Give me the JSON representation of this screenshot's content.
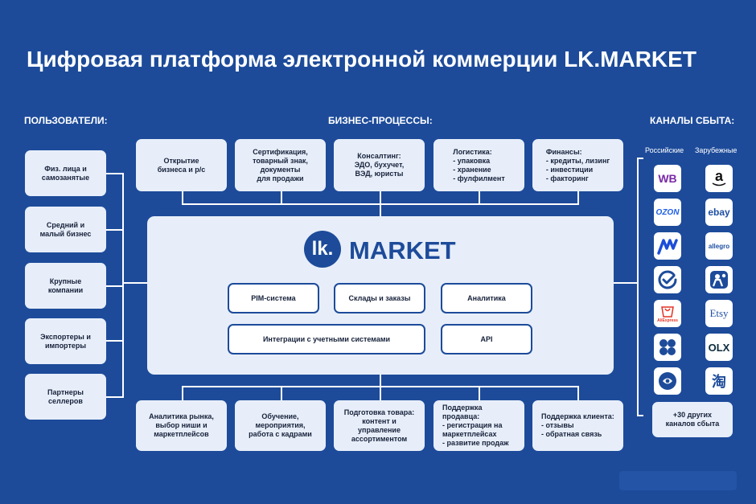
{
  "title": "Цифровая платформа электронной коммерции LK.MARKET",
  "sections": {
    "users": "ПОЛЬЗОВАТЕЛИ:",
    "business": "БИЗНЕС-ПРОЦЕССЫ:",
    "channels": "КАНАЛЫ СБЫТА:",
    "russian": "Российские",
    "foreign": "Зарубежные"
  },
  "users": [
    "Физ. лица и\nсамозанятые",
    "Средний и\nмалый бизнес",
    "Крупные\nкомпании",
    "Экспортеры и\nимпортеры",
    "Партнеры\nселлеров"
  ],
  "top_processes": [
    "Открытие\nбизнеса и р/с",
    "Сертификация,\nтоварный знак,\nдокументы\nдля продажи",
    "Консалтинг:\nЭДО, бухучет,\nВЭД, юристы",
    "Логистика:\n- упаковка\n- хранение\n- фулфилмент",
    "Финансы:\n- кредиты, лизинг\n- инвестиции\n- факторинг"
  ],
  "bottom_processes": [
    "Аналитика рынка,\nвыбор ниши и\nмаркетплейсов",
    "Обучение,\nмероприятия,\nработа с кадрами",
    "Подготовка товара:\nконтент и\nуправление\nассортиментом",
    "Поддержка продавца:\n- регистрация на\n  маркетплейсах\n- развитие продаж",
    "Поддержка клиента:\n- отзывы\n- обратная связь"
  ],
  "platform": {
    "logo_mark": "lk.",
    "logo_word": "MARKET",
    "modules": [
      "PIM-система",
      "Склады и заказы",
      "Аналитика",
      "Интеграции с учетными системами",
      "API"
    ]
  },
  "channels": {
    "russian": [
      {
        "icon": "wildberries-icon",
        "text": "WB"
      },
      {
        "icon": "ozon-icon",
        "text": "OZON"
      },
      {
        "icon": "megamarket-icon",
        "text": ""
      },
      {
        "icon": "yandex-market-icon",
        "text": ""
      },
      {
        "icon": "aliexpress-icon",
        "text": "AliExpress"
      },
      {
        "icon": "kazanexpress-icon",
        "text": ""
      },
      {
        "icon": "sber-icon",
        "text": ""
      }
    ],
    "foreign": [
      {
        "icon": "amazon-icon",
        "text": "a"
      },
      {
        "icon": "ebay-icon",
        "text": "ebay"
      },
      {
        "icon": "allegro-icon",
        "text": "allegro"
      },
      {
        "icon": "walmart-icon",
        "text": ""
      },
      {
        "icon": "etsy-icon",
        "text": "Etsy"
      },
      {
        "icon": "olx-icon",
        "text": "OLX"
      },
      {
        "icon": "taobao-icon",
        "text": "淘"
      }
    ],
    "more": "+30 других\nканалов сбыта"
  },
  "colors": {
    "background": "#1d4b9a",
    "box": "#e7eef9",
    "accent": "#1d4b9a",
    "wb": "#7a2aa6",
    "ozon": "#1f5fe6",
    "megamarket": "#1d4ed8",
    "yandex": "#1d4b9a",
    "aliexpress": "#e43225",
    "amazon": "#111111",
    "ebay": "#1f4fa3",
    "allegro": "#1f4fa3",
    "etsy": "#1f4fa3",
    "olx": "#0b2b3d"
  }
}
